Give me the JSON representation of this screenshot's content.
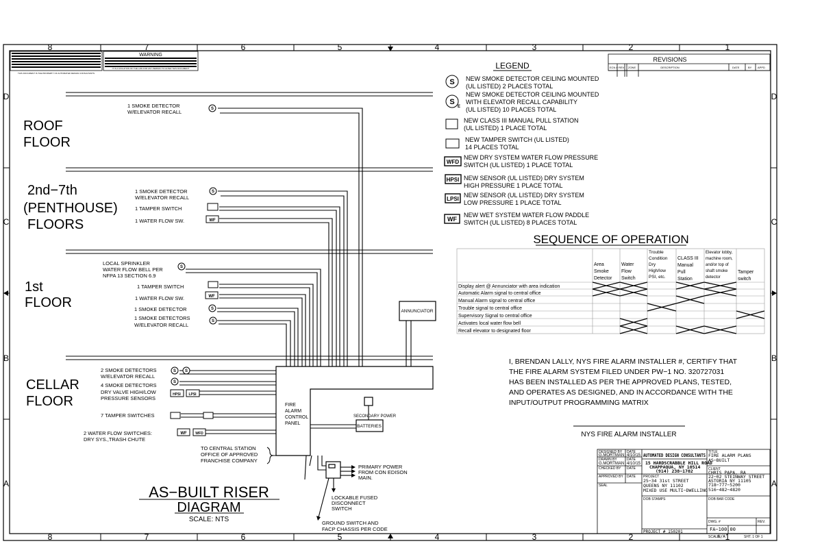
{
  "border": {
    "cols_top": [
      "8",
      "7",
      "6",
      "5",
      "4",
      "3",
      "2",
      "1"
    ],
    "cols_bottom": [
      "8",
      "7",
      "6",
      "5",
      "4",
      "3",
      "2",
      "1"
    ],
    "rows_left": [
      "D",
      "C",
      "B",
      "A"
    ],
    "rows_right": [
      "D",
      "C",
      "B",
      "A"
    ]
  },
  "header": {
    "notice": "THIS DOCUMENT IS THE PROPERTY OF AUTOMATED DESIGN CONSULTANTS",
    "warning_title": "WARNING",
    "warning_text": "IT IS A VIOLATION OF THE LAW FOR ANY PERSON TO ALTER THIS DOCUMENT"
  },
  "floors": {
    "roof_1": "ROOF",
    "roof_2": "FLOOR",
    "mid_1": "2nd−7th",
    "mid_2": "(PENTHOUSE)",
    "mid_3": "FLOORS",
    "first_1": "1st",
    "first_2": "FLOOR",
    "cellar_1": "CELLAR",
    "cellar_2": "FLOOR"
  },
  "devices": {
    "roof_sd_1": "1 SMOKE DETECTOR",
    "roof_sd_2": "W/ELEVATOR RECALL",
    "mid_sd_1": "1 SMOKE DETECTOR",
    "mid_sd_2": "W/ELEVATOR RECALL",
    "mid_tamper": "1 TAMPER SWITCH",
    "mid_wf": "1 WATER FLOW SW.",
    "first_bell_1": "LOCAL SPRINKLER",
    "first_bell_2": "WATER FLOW BELL PER",
    "first_bell_3": "NFPA 13 SECTION 6.9",
    "first_tamper": "1 TAMPER SWITCH",
    "first_wf": "1 WATER FLOW SW.",
    "first_sd": "1 SMOKE DETECTOR",
    "first_sde_1": "1 SMOKE DETECTORS",
    "first_sde_2": "W/ELEVATOR RECALL",
    "cellar_sd_1": "2 SMOKE DETECTORS",
    "cellar_sd_2": "W/ELEVATOR RECALL",
    "cellar_sd4": "4 SMOKE DETECTORS",
    "cellar_dry_1": "DRY VALVE HIGH/LOW",
    "cellar_dry_2": "PRESSURE SENSORS",
    "cellar_tamper": "7 TAMPER SWITCHES",
    "cellar_wf_1": "2 WATER FLOW SWITCHES:",
    "cellar_wf_2": "DRY SYS.,TRASH CHUTE",
    "central_1": "TO CENTRAL STATION",
    "central_2": "OFFICE OF APPROVED",
    "central_3": "FRANCHISE COMPANY"
  },
  "panel": {
    "facp_1": "FIRE",
    "facp_2": "ALARM",
    "facp_3": "CONTROL",
    "facp_4": "PANEL",
    "annunciator": "ANNUNCIATOR",
    "secondary": "SECONDARY POWER",
    "batteries": "BATTERIES",
    "primary_1": "PRIMARY POWER",
    "primary_2": "FROM CON EDISON",
    "primary_3": "MAIN.",
    "lockable_1": "LOCKABLE FUSED",
    "lockable_2": "DISCONNECT",
    "lockable_3": "SWITCH",
    "ground_1": "GROUND SWITCH AND",
    "ground_2": "FACP CHASSIS PER CODE"
  },
  "symbols": {
    "wf": "WF",
    "wfd": "WFD",
    "hpsi": "HPSI",
    "lpsi": "LPSI",
    "s": "S",
    "e": "E"
  },
  "title_block": {
    "title_1": "AS−BUILT RISER",
    "title_2": "DIAGRAM",
    "scale": "SCALE: NTS"
  },
  "legend": {
    "title": "LEGEND",
    "items": [
      [
        "NEW SMOKE DETECTOR CEILING MOUNTED",
        "(UL LISTED) 2 PLACES TOTAL"
      ],
      [
        "NEW SMOKE DETECTOR CEILING MOUNTED",
        "WITH ELEVATOR RECALL CAPABILITY",
        "(UL LISTED) 10 PLACES TOTAL"
      ],
      [
        "NEW CLASS III MANUAL PULL STATION",
        "(UL LISTED) 1 PLACE TOTAL"
      ],
      [
        "NEW TAMPER SWITCH (UL LISTED)",
        "14 PLACES TOTAL"
      ],
      [
        "NEW DRY SYSTEM WATER FLOW PRESSURE",
        "SWITCH (UL LISTED) 1 PLACE TOTAL"
      ],
      [
        "NEW SENSOR (UL LISTED) DRY SYSTEM",
        "HIGH PRESSURE 1 PLACE TOTAL"
      ],
      [
        "NEW SENSOR (UL LISTED) DRY SYSTEM",
        "LOW PRESSURE 1 PLACE TOTAL"
      ],
      [
        "NEW WET SYSTEM WATER FLOW PADDLE",
        "SWITCH (UL LISTED) 8 PLACES TOTAL"
      ]
    ]
  },
  "sequence": {
    "title": "SEQUENCE OF OPERATION",
    "columns": [
      [
        "Area",
        "Smoke",
        "Detector"
      ],
      [
        "Water",
        "Flow",
        "Switch"
      ],
      [
        "Trouble",
        "Condition",
        "Dry",
        "High/low",
        "PSI, etc."
      ],
      [
        "CLASS III",
        "Manual",
        "Pull",
        "Station"
      ],
      [
        "Elevator lobby,",
        "machine room,",
        "and/or top of",
        "shaft smoke",
        "detector"
      ],
      [
        "Tamper",
        "switch"
      ]
    ],
    "rows": [
      "Display alert @ Annunciator with area indication",
      "Automatic Alarm signal to central office",
      "Manual Alarm signal to central office",
      "Trouble signal to central office",
      "Supervisory Signal to central office",
      "Activates local water flow bell",
      "Recall elevator to designated floor"
    ],
    "marks": [
      [
        0,
        0
      ],
      [
        0,
        1
      ],
      [
        0,
        3
      ],
      [
        0,
        4
      ],
      [
        1,
        0
      ],
      [
        1,
        1
      ],
      [
        1,
        4
      ],
      [
        2,
        3
      ],
      [
        3,
        2
      ],
      [
        4,
        5
      ],
      [
        5,
        1
      ],
      [
        6,
        1
      ],
      [
        6,
        3
      ],
      [
        6,
        4
      ]
    ]
  },
  "certification": {
    "lines": [
      "I, BRENDAN LALLY, NYS FIRE ALARM INSTALLER #, CERTIFY THAT",
      "THE FIRE ALARM SYSTEM FILED UNDER PW−1 NO. 320727031",
      "HAS BEEN INSTALLED AS PER THE APPROVED PLANS, TESTED,",
      "AND OPERATES AS DESIGNED, AND IN ACCORDANCE WITH THE",
      "INPUT/OUTPUT PROGRAMMING MATRIX"
    ],
    "signature_label": "NYS FIRE ALARM INSTALLER"
  },
  "revisions": {
    "title": "REVISIONS",
    "headers": [
      "ECN #",
      "REV",
      "ZONE",
      "DESCRIPTION",
      "DATE",
      "BY",
      "APPD"
    ]
  },
  "titleblock": {
    "designed_by_lbl": "DESIGNED BY",
    "designed_by": "G.MORTMAN",
    "drawn_by_lbl": "DRAWN BY",
    "drawn_by": "G.MORTMAN",
    "checked_by_lbl": "CHECKED BY",
    "approved_by_lbl": "APPROVED BY",
    "date_lbl": "DATE",
    "date_1": "4/10/15",
    "date_2": "4/10/15",
    "seal_lbl": "SEAL",
    "company": "AUTOMATED DESIGN CONSULTANTS",
    "company_addr_1": "15 HARDSCRABBLE HILL ROAD",
    "company_addr_2": "CHAPPAQUA, NY 10514",
    "company_phone": "(914) 238−1702",
    "title_lbl": "TITLE",
    "title_1": "FIRE ALARM PLANS",
    "title_2": "AS−BUILT",
    "client_lbl": "CLIENT",
    "client_1": "CHRIS PAPA, RA",
    "client_2": "22−02 STEINWAY STREET",
    "client_3": "ASTORIA NY 11105",
    "client_4": "718−777−5200",
    "client_5": "516−482−4820",
    "project_lbl": "PROJECT",
    "project_1": "25−34 31st STREET",
    "project_2": "QUEENS NY 11102",
    "project_3": "MIXED USE MULTI−DWELLING",
    "dob_stamps": "DOB STAMPS",
    "dob_bar": "DOB BAR CODE",
    "dwg_lbl": "DWG. #",
    "rev_lbl": "REV.",
    "dwg_no": "FA−100.00",
    "project_no": "PROJECT # 150201",
    "scale_lbl": "SCALE",
    "scale_val": "N/A",
    "sheet": "SHT. 1 OF 1"
  }
}
